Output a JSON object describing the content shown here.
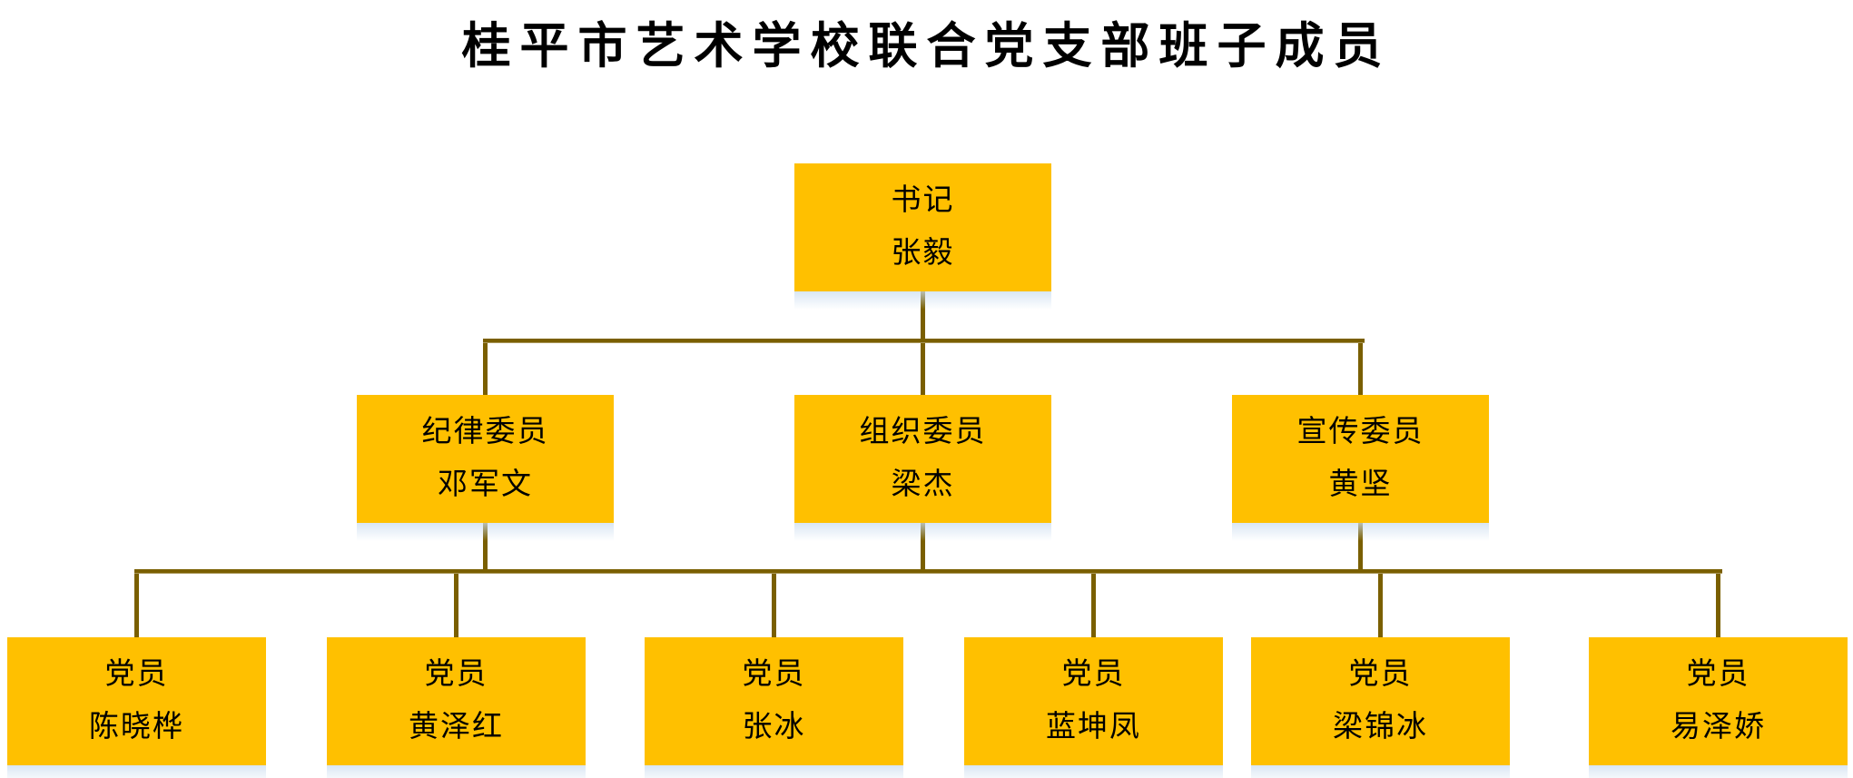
{
  "title": "桂平市艺术学校联合党支部班子成员",
  "colors": {
    "box_fill": "#FFC000",
    "connector_line": "#7A5F00",
    "text": "#000000",
    "reflection_tint": "#CDDEF0",
    "background": "#FFFFFF"
  },
  "org": {
    "root": {
      "role": "书记",
      "name": "张毅"
    },
    "level2": [
      {
        "role": "纪律委员",
        "name": "邓军文"
      },
      {
        "role": "组织委员",
        "name": "梁杰"
      },
      {
        "role": "宣传委员",
        "name": "黄坚"
      }
    ],
    "level3": [
      {
        "role": "党员",
        "name": "陈晓桦"
      },
      {
        "role": "党员",
        "name": "黄泽红"
      },
      {
        "role": "党员",
        "name": "张冰"
      },
      {
        "role": "党员",
        "name": "蓝坤凤"
      },
      {
        "role": "党员",
        "name": "梁锦冰"
      },
      {
        "role": "党员",
        "name": "易泽娇"
      }
    ]
  }
}
